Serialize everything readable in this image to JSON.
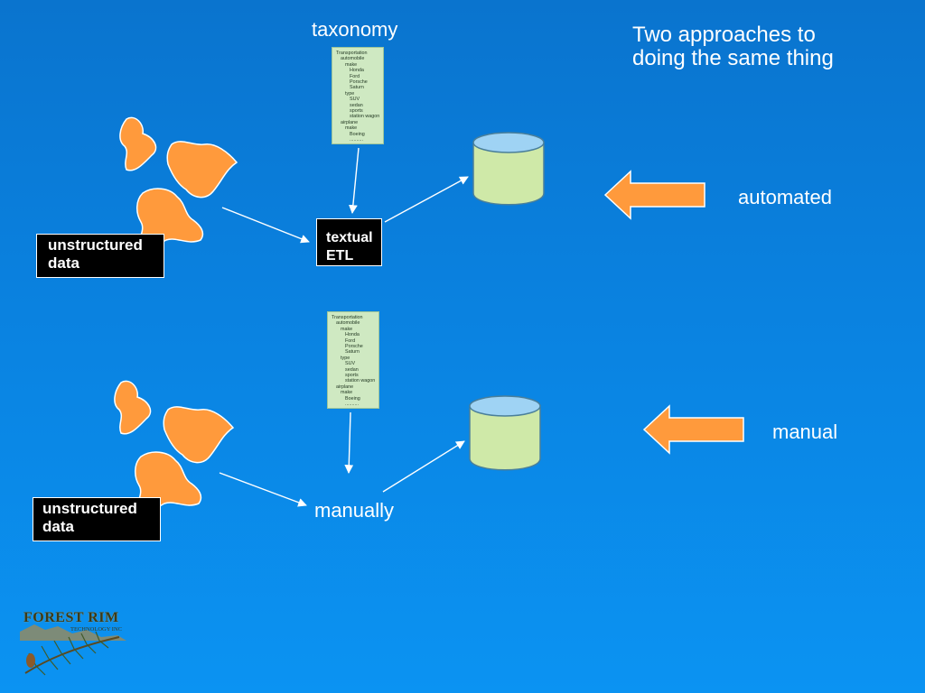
{
  "slide": {
    "headline": [
      "Two approaches to",
      "doing the same thing"
    ],
    "taxonomy_label": "taxonomy",
    "top_flow": {
      "source_label": [
        "unstructured",
        "data"
      ],
      "process_label": [
        "textual",
        "ETL"
      ],
      "approach_label": "automated"
    },
    "bottom_flow": {
      "source_label": [
        "unstructured",
        "data"
      ],
      "process_label": "manually",
      "approach_label": "manual"
    },
    "taxonomy_lines": [
      {
        "text": "Transportation",
        "level": 0
      },
      {
        "text": "automobile",
        "level": 1
      },
      {
        "text": "make",
        "level": 2
      },
      {
        "text": "Honda",
        "level": 3
      },
      {
        "text": "Ford",
        "level": 3
      },
      {
        "text": "Porsche",
        "level": 3
      },
      {
        "text": "Saturn",
        "level": 3
      },
      {
        "text": "type",
        "level": 2
      },
      {
        "text": "SUV",
        "level": 3
      },
      {
        "text": "sedan",
        "level": 3
      },
      {
        "text": "sports",
        "level": 3
      },
      {
        "text": "station wagon",
        "level": 3
      },
      {
        "text": "airplane",
        "level": 1
      },
      {
        "text": "make",
        "level": 2
      },
      {
        "text": "Boeing",
        "level": 3
      },
      {
        "text": "..........",
        "level": 3
      }
    ],
    "logo": {
      "name": "FOREST RIM",
      "subtitle": "TECHNOLOGY INC"
    },
    "colors": {
      "background": "#0a82e0",
      "arrow_fill": "#ff9a3c",
      "blob_fill": "#ff9a3c",
      "cylinder_body": "#cfe9a8",
      "cylinder_top": "#9fd3f4",
      "taxonomy_bg": "#cfe9c2"
    }
  }
}
